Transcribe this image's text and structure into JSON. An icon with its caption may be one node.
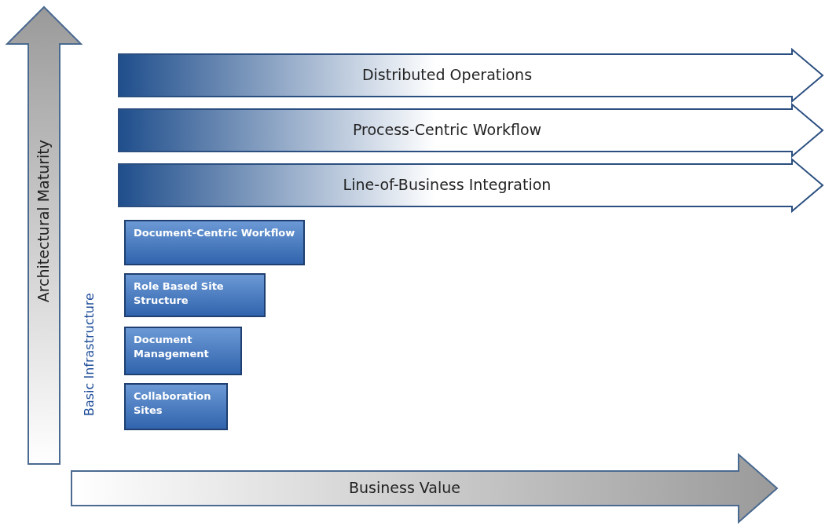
{
  "diagram": {
    "nodes": [
      {
        "text": [
          "Architectural Maturity"
        ]
      },
      {
        "text": [
          "Distributed Operations"
        ]
      },
      {
        "text": [
          "Process-Centric Workflow"
        ]
      },
      {
        "text": [
          "Line-of-Business Integration"
        ]
      },
      {
        "text": [
          "Document-Centric Workflow"
        ]
      },
      {
        "text": [
          "Role Based Site Structure"
        ]
      },
      {
        "text": [
          "Document Management"
        ]
      },
      {
        "text": [
          "Collaboration Sites"
        ]
      },
      {
        "text": [
          "Business Value"
        ]
      }
    ],
    "edges": [],
    "labels": [
      "Basic Infrastructure"
    ]
  }
}
